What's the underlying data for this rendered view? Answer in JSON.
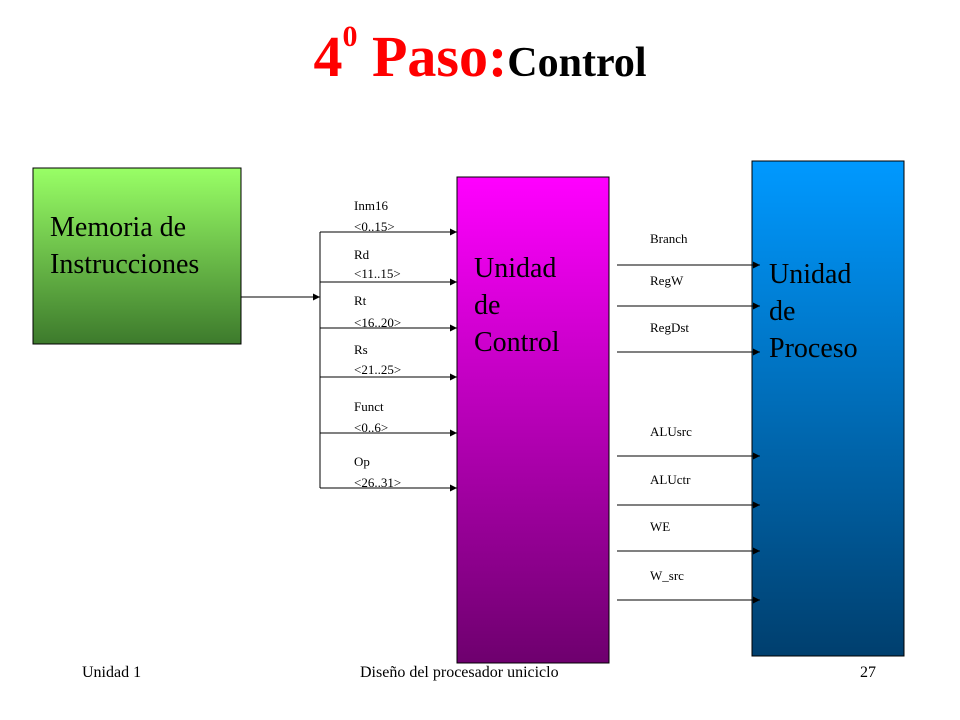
{
  "title": {
    "number": "4",
    "superscript": "0",
    "main": " Paso:",
    "sub": "Control",
    "color": "#ff0000"
  },
  "boxes": {
    "memoria": {
      "line1": "Memoria de",
      "line2": "Instrucciones"
    },
    "control": {
      "line1": "Unidad",
      "line2": "de",
      "line3": "Control"
    },
    "proceso": {
      "line1": "Unidad",
      "line2": "de",
      "line3": "Proceso"
    }
  },
  "input_signals": [
    {
      "name": "Inm16",
      "bits": "<0..15>"
    },
    {
      "name": "Rd",
      "bits": "<11..15>"
    },
    {
      "name": "Rt",
      "bits": "<16..20>"
    },
    {
      "name": "Rs",
      "bits": "<21..25>"
    },
    {
      "name": "Funct",
      "bits": "<0..6>"
    },
    {
      "name": "Op",
      "bits": "<26..31>"
    }
  ],
  "output_signals": [
    "Branch",
    "RegW",
    "RegDst",
    "ALUsrc",
    "ALUctr",
    "WE",
    "W_src"
  ],
  "footer": {
    "left": "Unidad 1",
    "center": "Diseño del procesador uniciclo",
    "right": "27"
  }
}
